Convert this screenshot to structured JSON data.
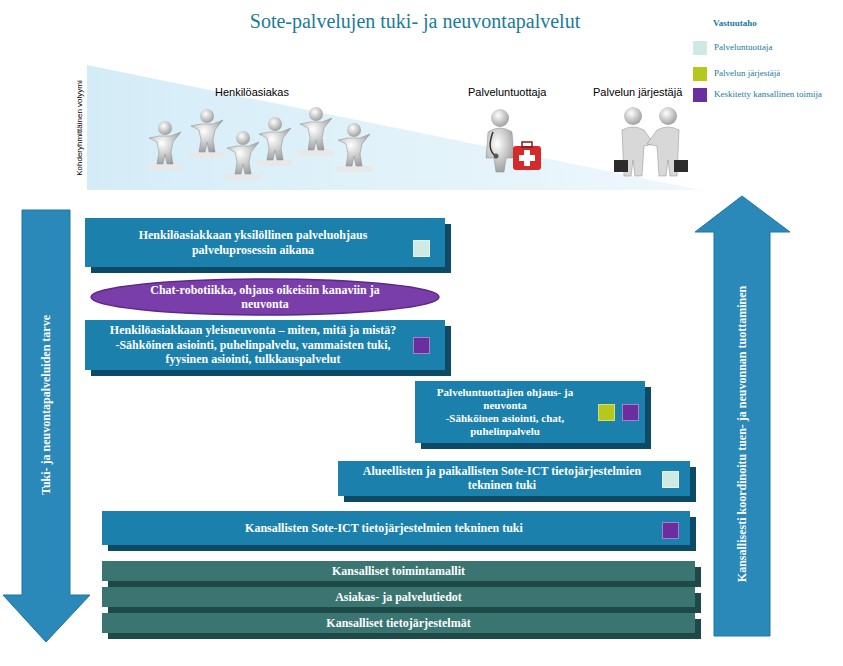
{
  "diagram": {
    "title": "Sote-palvelujen tuki- ja neuvontapalvelut",
    "nodes": [
      {
        "text": [
          "Tuki- ja neuvontapalveluiden tarve"
        ]
      },
      {
        "text": [
          "Henkilöasiakkaan yksilöllinen palveluohjaus palveluprosessin aikana"
        ]
      },
      {
        "text": [
          "Chat-robotiikka, ohjaus oikeisiin kanaviin ja neuvonta"
        ]
      },
      {
        "text": [
          "Henkilöasiakkaan yleisneuvonta – miten, mitä ja mistä?",
          "-Sähköinen asiointi, puhelinpalvelu, vammaisten tuki, fyysinen asiointi, tulkkauspalvelut"
        ]
      },
      {
        "text": [
          "Palveluntuottajien ohjaus- ja neuvonta",
          "-Sähköinen asiointi, chat, puhelinpalvelu"
        ]
      },
      {
        "text": [
          "Alueellisten ja paikallisten Sote-ICT tietojärjestelmien tekninen tuki"
        ]
      },
      {
        "text": [
          "Kansallisten Sote-ICT tietojärjestelmien tekninen tuki"
        ]
      },
      {
        "text": [
          "Kansalliset toimintamallit"
        ]
      },
      {
        "text": [
          "Asiakas- ja palvelutiedot"
        ]
      },
      {
        "text": [
          "Kansalliset tietojärjestelmät"
        ]
      },
      {
        "text": [
          "Kansallisesti koordinoitu tuen- ja neuvonnan tuottaminen"
        ]
      }
    ],
    "labels": [
      "Vastuutaho",
      "Kohderyhmittäinen volyymi",
      "Henkilöasiakas",
      "Palveluntuottaja",
      "Palvelun järjestäjä"
    ],
    "legend": [
      {
        "text": "Palveluntuottaja",
        "color": "#cfe9e4"
      },
      {
        "text": "Palvelun järjestäjä",
        "color": "#b7c81c"
      },
      {
        "text": "Keskitetty kansallinen toimija",
        "color": "#6a2e9e"
      }
    ]
  }
}
